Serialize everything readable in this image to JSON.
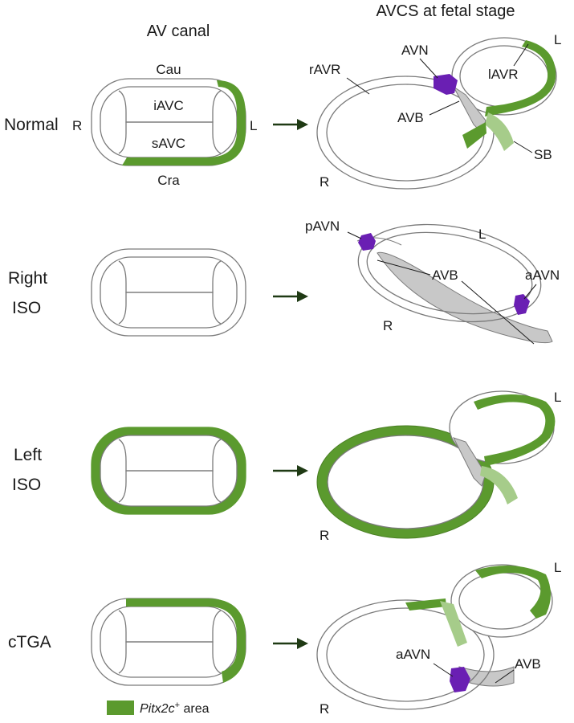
{
  "headers": {
    "av_canal": "AV canal",
    "avcs": "AVCS at fetal stage"
  },
  "rows": {
    "normal": {
      "label": "Normal"
    },
    "right_iso": {
      "line1": "Right",
      "line2": "ISO"
    },
    "left_iso": {
      "line1": "Left",
      "line2": "ISO"
    },
    "ctga": {
      "label": "cTGA"
    }
  },
  "canal_labels": {
    "cau": "Cau",
    "cra": "Cra",
    "iavc": "iAVC",
    "savc": "sAVC",
    "r": "R",
    "l": "L"
  },
  "avcs_labels": {
    "ravr": "rAVR",
    "avn": "AVN",
    "lavr": "lAVR",
    "avb": "AVB",
    "sb": "SB",
    "pavn": "pAVN",
    "aavn": "aAVN",
    "r": "R",
    "l": "L"
  },
  "legend": {
    "gene": "Pitx2c",
    "sup": "+",
    "rest": " area"
  },
  "colors": {
    "green": "#5b9a2e",
    "light_green": "#a6cc8a",
    "purple": "#6a1fb3",
    "gray_band": "#c8c8c8",
    "outline": "#7a7a7a",
    "arrow": "#1f3a14"
  }
}
